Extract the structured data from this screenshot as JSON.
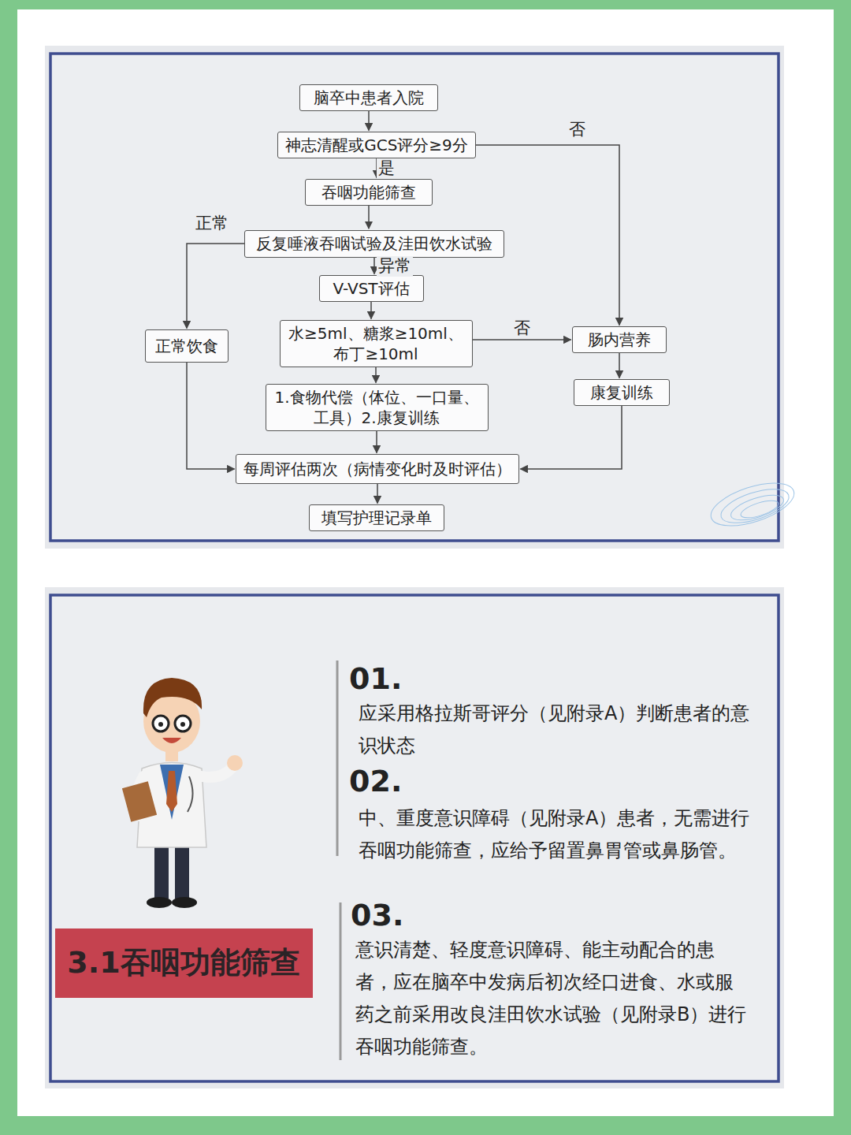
{
  "diagram": {
    "nodes": [
      {
        "text": [
          "脑卒中患者入院"
        ]
      },
      {
        "text": [
          "神志清醒或GCS评分≥9分"
        ]
      },
      {
        "text": [
          "吞咽功能筛查"
        ]
      },
      {
        "text": [
          "反复唾液吞咽试验及洼田饮水试验"
        ]
      },
      {
        "text": [
          "V-VST评估"
        ]
      },
      {
        "text": [
          "正常饮食"
        ]
      },
      {
        "text": [
          "水≥5ml、糖浆≥10ml、 布丁≥10ml"
        ]
      },
      {
        "text": [
          "肠内营养"
        ]
      },
      {
        "text": [
          "1.食物代偿（体位、一口量、 工具）2.康复训练"
        ]
      },
      {
        "text": [
          "康复训练"
        ]
      },
      {
        "text": [
          "每周评估两次（病情变化时及时评估）"
        ]
      },
      {
        "text": [
          "填写护理记录单"
        ]
      },
      {
        "text": [
          "3.1吞咽功能筛查"
        ]
      }
    ],
    "edges": [
      {
        "from": 0,
        "to": 1,
        "arrow": "to"
      },
      {
        "from": 1,
        "to": 2,
        "label": "是",
        "arrow": "to"
      },
      {
        "from": 1,
        "to": 7,
        "label": "否",
        "arrow": "to"
      },
      {
        "from": 2,
        "to": 3,
        "arrow": "to"
      },
      {
        "from": 3,
        "to": 5,
        "label": "正常",
        "arrow": "to"
      },
      {
        "from": 3,
        "to": 4,
        "label": "异常",
        "arrow": "to"
      },
      {
        "from": 4,
        "to": 6,
        "arrow": "to"
      },
      {
        "from": 6,
        "to": 7,
        "label": "否",
        "arrow": "to"
      },
      {
        "from": 6,
        "to": 8,
        "arrow": "to"
      },
      {
        "from": 7,
        "to": 9,
        "arrow": "to"
      },
      {
        "from": 5,
        "to": 10,
        "arrow": "to"
      },
      {
        "from": 8,
        "to": 10,
        "arrow": "to"
      },
      {
        "from": 9,
        "to": 10,
        "arrow": "to"
      },
      {
        "from": 10,
        "to": 11,
        "arrow": "to"
      }
    ],
    "labels": [
      "01.",
      "应采用格拉斯哥评分（见附录A）判断患者的意识状态",
      "02.",
      "中、重度意识障碍（见附录A）患者，无需进行吞咽功能筛查，应给予留置鼻胃管或鼻肠管。",
      "03.",
      "意识清楚、轻度意识障碍、能主动配合的患者，应在脑卒中发病后初次经口进食、水或服药之前采用改良洼田饮水试验（见附录B）进行吞咽功能筛查。"
    ]
  }
}
